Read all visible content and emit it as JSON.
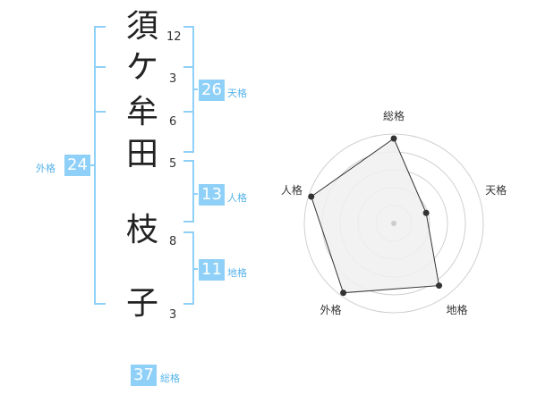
{
  "characters": [
    {
      "char": "須",
      "strokes": "12"
    },
    {
      "char": "ケ",
      "strokes": "3"
    },
    {
      "char": "牟",
      "strokes": "6"
    },
    {
      "char": "田",
      "strokes": "5"
    },
    {
      "char": "枝",
      "strokes": "8"
    },
    {
      "char": "子",
      "strokes": "3"
    }
  ],
  "scores": {
    "tenkaku": {
      "value": "26",
      "label": "天格"
    },
    "jinkaku": {
      "value": "13",
      "label": "人格"
    },
    "chikaku": {
      "value": "11",
      "label": "地格"
    },
    "gaikaku": {
      "value": "24",
      "label": "外格"
    },
    "soukaku": {
      "value": "37",
      "label": "総格"
    }
  },
  "radar": {
    "axes": [
      "総格",
      "天格",
      "地格",
      "外格",
      "人格"
    ],
    "values": [
      0.95,
      0.38,
      0.86,
      0.96,
      0.97
    ],
    "colors": {
      "ring": "#d0d0d0",
      "fill": "#f0f0f0",
      "line": "#333333",
      "point": "#333333",
      "center": "#cccccc",
      "bracket": "#8fd0f8"
    }
  }
}
